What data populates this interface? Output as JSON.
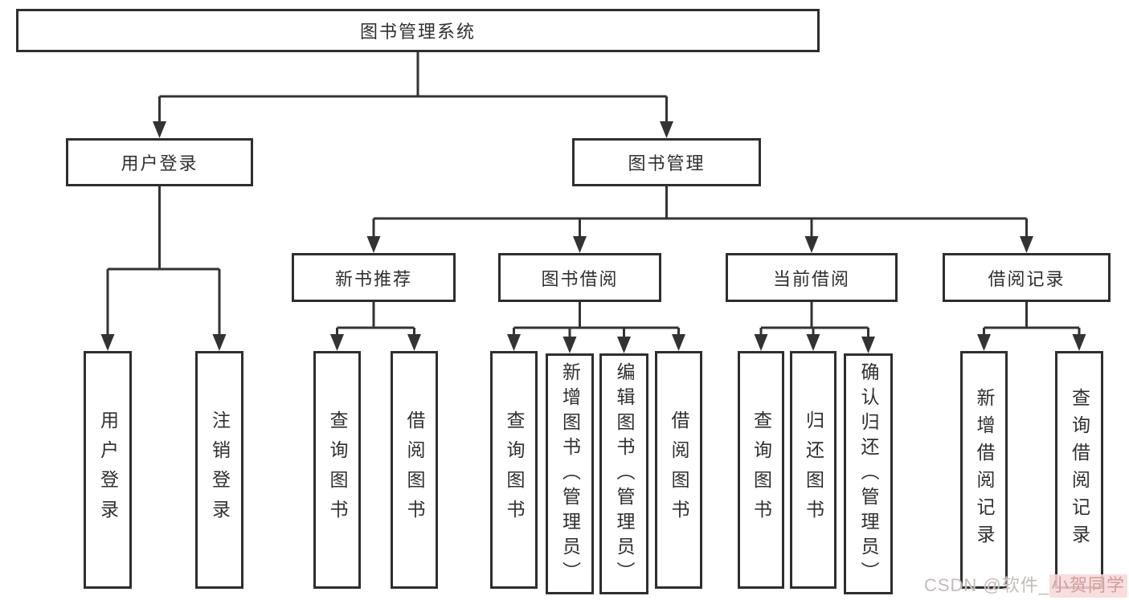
{
  "diagram": {
    "root": {
      "label": "图书管理系统"
    },
    "level1": [
      {
        "label": "用户登录"
      },
      {
        "label": "图书管理"
      }
    ],
    "user_children": [
      "用户登录",
      "注销登录"
    ],
    "level2": [
      {
        "label": "新书推荐"
      },
      {
        "label": "图书借阅"
      },
      {
        "label": "当前借阅"
      },
      {
        "label": "借阅记录"
      }
    ],
    "new_book_children": [
      "查询图书",
      "借阅图书"
    ],
    "borrow_children": [
      "查询图书",
      "新增图书（管理员）",
      "编辑图书（管理员）",
      "借阅图书"
    ],
    "current_children": [
      "查询图书",
      "归还图书",
      "确认归还（管理员）"
    ],
    "record_children": [
      "新增借阅记录",
      "查询借阅记录"
    ],
    "colors": {
      "line": "#333333",
      "border": "#2e2e2e",
      "text": "#2f2f2f"
    }
  },
  "watermark": {
    "prefix": "CSDN @软件_",
    "suffix": "小贺同学",
    "pink": "#d49c9c"
  }
}
